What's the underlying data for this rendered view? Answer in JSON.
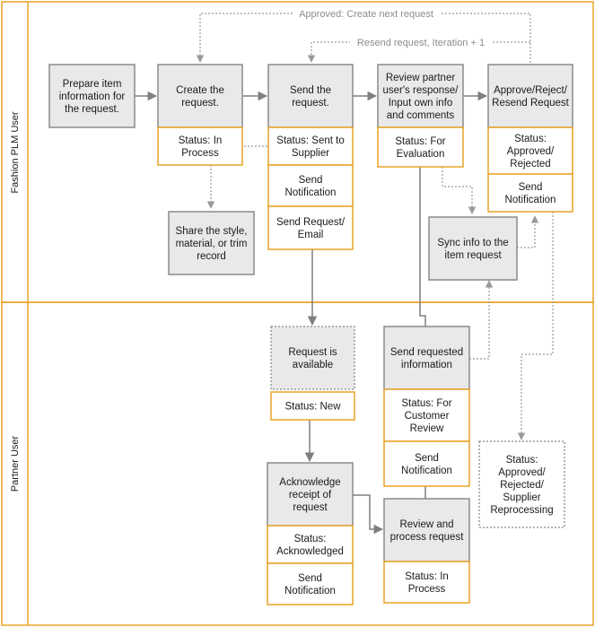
{
  "lanes": {
    "top": "Fashion PLM User",
    "bottom": "Partner User"
  },
  "edge_labels": {
    "approved": "Approved: Create next request",
    "resend": "Resend request, Iteration + 1"
  },
  "boxes": {
    "prepare": [
      "Prepare item",
      "information for",
      "the request."
    ],
    "create": [
      "Create the",
      "request."
    ],
    "create_status": [
      "Status: In",
      "Process"
    ],
    "send": [
      "Send the",
      "request."
    ],
    "send_status": [
      "Status: Sent to",
      "Supplier"
    ],
    "send_notify": [
      "Send",
      "Notification"
    ],
    "send_email": [
      "Send Request/",
      "Email"
    ],
    "share": [
      "Share the style,",
      "material, or trim",
      "record"
    ],
    "review": [
      "Review partner",
      "user's response/",
      "Input own info",
      "and comments"
    ],
    "review_status": [
      "Status: For",
      "Evaluation"
    ],
    "sync": [
      "Sync info to the",
      "item request"
    ],
    "approve": [
      "Approve/Reject/",
      "Resend Request"
    ],
    "approve_status": [
      "Status:",
      "Approved/",
      "Rejected"
    ],
    "approve_notify": [
      "Send",
      "Notification"
    ],
    "available": [
      "Request is",
      "available"
    ],
    "available_status": [
      "Status: New"
    ],
    "ack": [
      "Acknowledge",
      "receipt of",
      "request"
    ],
    "ack_status": [
      "Status:",
      "Acknowledged"
    ],
    "ack_notify": [
      "Send",
      "Notification"
    ],
    "sendinfo": [
      "Send requested",
      "information"
    ],
    "sendinfo_status": [
      "Status: For",
      "Customer",
      "Review"
    ],
    "sendinfo_notify": [
      "Send",
      "Notification"
    ],
    "process": [
      "Review and",
      "process request"
    ],
    "process_status": [
      "Status: In",
      "Process"
    ],
    "final_status": [
      "Status:",
      "Approved/",
      "Rejected/",
      "Supplier",
      "Reprocessing"
    ]
  }
}
